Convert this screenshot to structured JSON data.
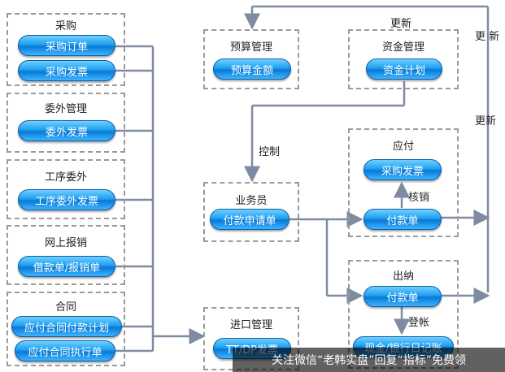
{
  "groups": {
    "caigou": {
      "title": "采购",
      "btn1": "采购订单",
      "btn2": "采购发票"
    },
    "weiwai": {
      "title": "委外管理",
      "btn1": "委外发票"
    },
    "gongxu": {
      "title": "工序委外",
      "btn1": "工序委外发票"
    },
    "wangshang": {
      "title": "网上报销",
      "btn1": "借款单/报销单"
    },
    "hetong": {
      "title": "合同",
      "btn1": "应付合同付款计划",
      "btn2": "应付合同执行单"
    },
    "yusuan": {
      "title": "预算管理",
      "btn1": "预算金额"
    },
    "zijin": {
      "title": "资金管理",
      "btn1": "资金计划"
    },
    "yewu": {
      "title": "业务员",
      "btn1": "付款申请单"
    },
    "jinkou": {
      "title": "进口管理",
      "btn1": "TT/DP发票"
    },
    "yingfu": {
      "title": "应付",
      "btn1": "采购发票",
      "btn2": "付款单"
    },
    "chuna": {
      "title": "出纳",
      "btn1": "付款单",
      "btn2": "现金/银行日记账"
    }
  },
  "labels": {
    "update_top": "更新",
    "update_right": "更 新",
    "update_mid": "更新",
    "control": "控制",
    "verify": "核销",
    "post": "登帐"
  },
  "watermark": "关注微信“老韩实盘”回复“指标”免费领",
  "colors": {
    "pill": "#1f9ff0",
    "line": "#7f8ba0",
    "border": "#9a9a9a"
  }
}
